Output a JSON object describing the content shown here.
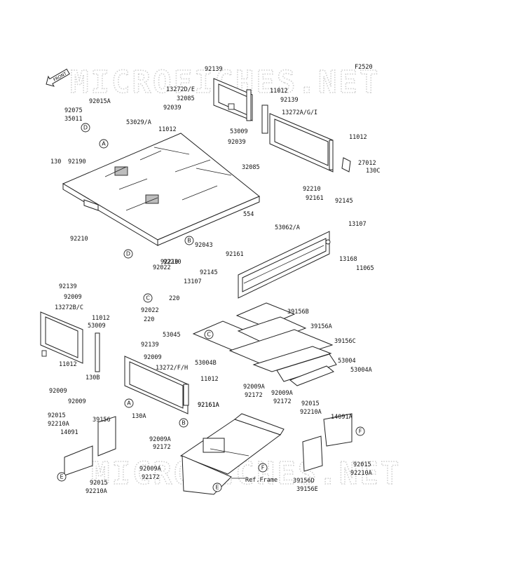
{
  "figure_code": "F2520",
  "front_arrow": "FRONT",
  "watermark": "MICROFICHES.NET",
  "ref_frame": "Ref.Frame",
  "callouts": [
    {
      "id": "92075"
    },
    {
      "id": "35011"
    },
    {
      "id": "92015A"
    },
    {
      "id": "130"
    },
    {
      "id": "92190"
    },
    {
      "id": "53029/A"
    },
    {
      "id": "92161A"
    },
    {
      "id": "92210"
    },
    {
      "id": "92210b",
      "text": "92210"
    },
    {
      "id": "92139"
    },
    {
      "id": "13272D/E"
    },
    {
      "id": "32085"
    },
    {
      "id": "92039"
    },
    {
      "id": "11012"
    },
    {
      "id": "11012b",
      "text": "11012"
    },
    {
      "id": "53009"
    },
    {
      "id": "92139b",
      "text": "92139"
    },
    {
      "id": "13272A/G/I"
    },
    {
      "id": "92039b",
      "text": "92039"
    },
    {
      "id": "32085b",
      "text": "32085"
    },
    {
      "id": "11012c",
      "text": "11012"
    },
    {
      "id": "27012"
    },
    {
      "id": "130C"
    },
    {
      "id": "92210c",
      "text": "92210"
    },
    {
      "id": "92161"
    },
    {
      "id": "92145"
    },
    {
      "id": "13107"
    },
    {
      "id": "554"
    },
    {
      "id": "92043"
    },
    {
      "id": "53062/A"
    },
    {
      "id": "92161b",
      "text": "92161"
    },
    {
      "id": "13168"
    },
    {
      "id": "11065"
    },
    {
      "id": "92210d",
      "text": "92210"
    },
    {
      "id": "92022"
    },
    {
      "id": "92145b",
      "text": "92145"
    },
    {
      "id": "13107b",
      "text": "13107"
    },
    {
      "id": "220"
    },
    {
      "id": "92022b",
      "text": "92022"
    },
    {
      "id": "220b",
      "text": "220"
    },
    {
      "id": "53045"
    },
    {
      "id": "92139c",
      "text": "92139"
    },
    {
      "id": "92009"
    },
    {
      "id": "13272B/C"
    },
    {
      "id": "11012d",
      "text": "11012"
    },
    {
      "id": "53009b",
      "text": "53009"
    },
    {
      "id": "11012e",
      "text": "11012"
    },
    {
      "id": "92009b",
      "text": "92009"
    },
    {
      "id": "130B"
    },
    {
      "id": "92009c",
      "text": "92009"
    },
    {
      "id": "92139d",
      "text": "92139"
    },
    {
      "id": "92009d",
      "text": "92009"
    },
    {
      "id": "13272/F/H"
    },
    {
      "id": "11012f",
      "text": "11012"
    },
    {
      "id": "39156B"
    },
    {
      "id": "39156A"
    },
    {
      "id": "39156C"
    },
    {
      "id": "53004B"
    },
    {
      "id": "53004"
    },
    {
      "id": "53004A"
    },
    {
      "id": "92009A"
    },
    {
      "id": "92172"
    },
    {
      "id": "92009Ab",
      "text": "92009A"
    },
    {
      "id": "92172b",
      "text": "92172"
    },
    {
      "id": "92161Ab",
      "text": "92161A"
    },
    {
      "id": "130A"
    },
    {
      "id": "92015"
    },
    {
      "id": "92210A"
    },
    {
      "id": "39156"
    },
    {
      "id": "14091"
    },
    {
      "id": "92009Ac",
      "text": "92009A"
    },
    {
      "id": "92172c",
      "text": "92172"
    },
    {
      "id": "92009Ad",
      "text": "92009A"
    },
    {
      "id": "92172d",
      "text": "92172"
    },
    {
      "id": "92015b",
      "text": "92015"
    },
    {
      "id": "92210Ab",
      "text": "92210A"
    },
    {
      "id": "92015c",
      "text": "92015"
    },
    {
      "id": "92210Ac",
      "text": "92210A"
    },
    {
      "id": "14091A"
    },
    {
      "id": "39156D"
    },
    {
      "id": "39156E"
    },
    {
      "id": "92015d",
      "text": "92015"
    },
    {
      "id": "92210Ad",
      "text": "92210A"
    }
  ],
  "markers": [
    "A",
    "B",
    "C",
    "D",
    "E",
    "F"
  ]
}
